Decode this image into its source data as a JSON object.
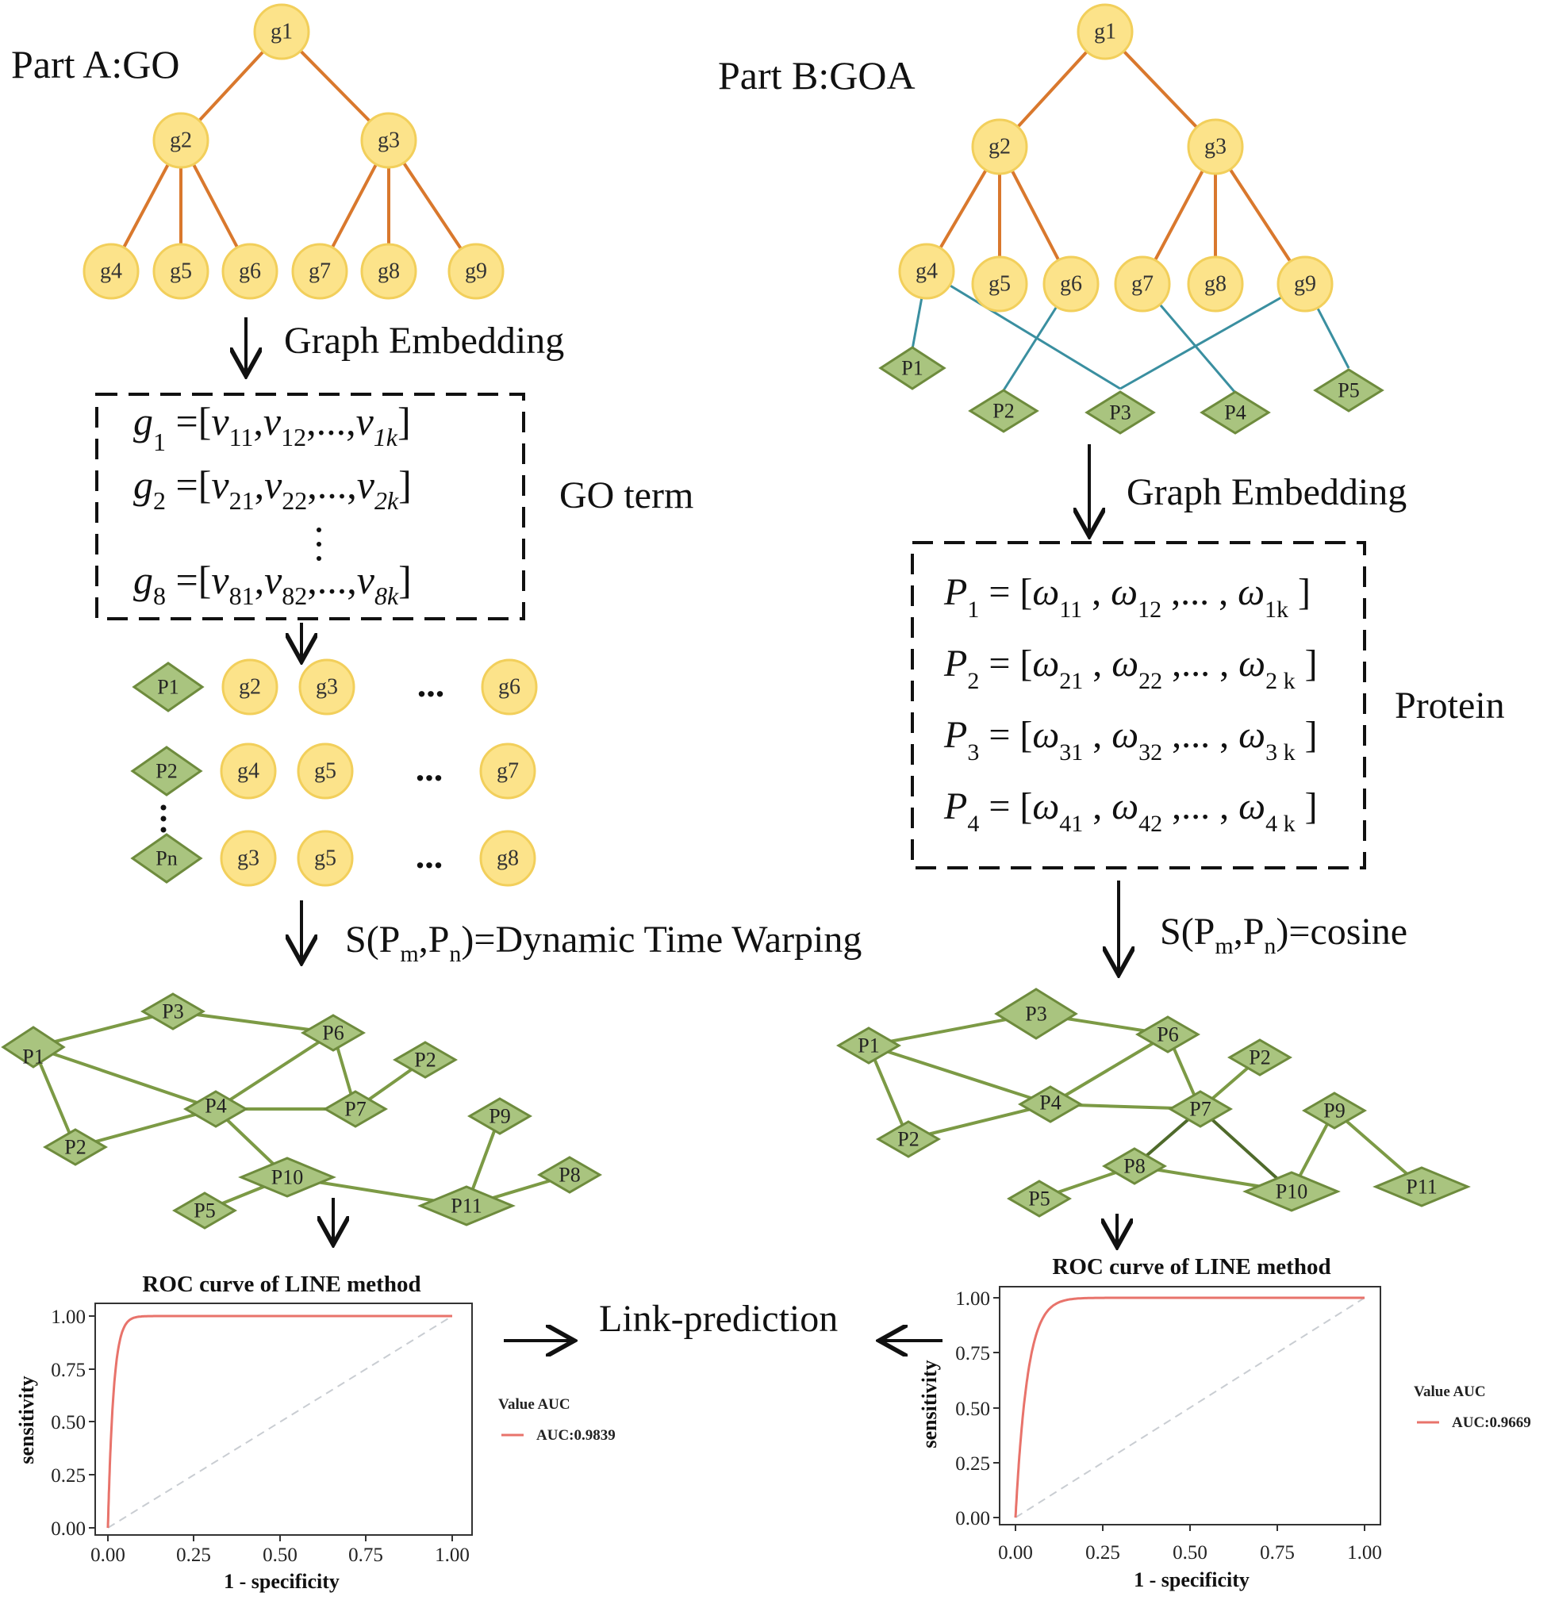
{
  "part_a": {
    "title": "Part A:GO",
    "go_nodes": [
      "g1",
      "g2",
      "g3",
      "g4",
      "g5",
      "g6",
      "g7",
      "g8",
      "g9"
    ],
    "step1_label": "Graph Embedding",
    "vectors": [
      {
        "name": "g",
        "sub": "1",
        "v": "v",
        "i1": "11",
        "i2": "12",
        "ik": "1k"
      },
      {
        "name": "g",
        "sub": "2",
        "v": "v",
        "i1": "21",
        "i2": "22",
        "ik": "2k"
      },
      {
        "name": "g",
        "sub": "8",
        "v": "v",
        "i1": "81",
        "i2": "82",
        "ik": "8k"
      }
    ],
    "vector_box_label": "GO term",
    "annotation_rows": [
      {
        "protein": "P1",
        "terms": [
          "g2",
          "g3"
        ],
        "last": "g6"
      },
      {
        "protein": "P2",
        "terms": [
          "g4",
          "g5"
        ],
        "last": "g7"
      },
      {
        "protein": "Pn",
        "terms": [
          "g3",
          "g5"
        ],
        "last": "g8"
      }
    ],
    "ellipsis": "...",
    "similarity": {
      "prefix": "S(P",
      "m": "m",
      ",": ",P",
      "n": "n",
      "suffix": ")=Dynamic Time Warping"
    },
    "network_nodes": [
      "P1",
      "P3",
      "P6",
      "P2",
      "P4",
      "P7",
      "P2",
      "P9",
      "P10",
      "P8",
      "P5",
      "P11"
    ],
    "roc": {
      "title": "ROC curve of LINE method",
      "xlabel": "1 - specificity",
      "ylabel": "sensitivity",
      "ticks": [
        "0.00",
        "0.25",
        "0.50",
        "0.75",
        "1.00"
      ],
      "legend_title": "Value AUC",
      "legend_entry": "AUC:0.9839",
      "auc": 0.9839
    }
  },
  "part_b": {
    "title": "Part B:GOA",
    "go_nodes": [
      "g1",
      "g2",
      "g3",
      "g4",
      "g5",
      "g6",
      "g7",
      "g8",
      "g9"
    ],
    "proteins": [
      "P1",
      "P2",
      "P3",
      "P4",
      "P5"
    ],
    "step1_label": "Graph Embedding",
    "vectors": [
      {
        "name": "P",
        "sub": "1",
        "i1": "11",
        "i2": "12",
        "ik": "1k"
      },
      {
        "name": "P",
        "sub": "2",
        "i1": "21",
        "i2": "22",
        "ik": "2 k"
      },
      {
        "name": "P",
        "sub": "3",
        "i1": "31",
        "i2": "32",
        "ik": "3 k"
      },
      {
        "name": "P",
        "sub": "4",
        "i1": "41",
        "i2": "42",
        "ik": "4 k"
      }
    ],
    "vector_box_label": "Protein",
    "similarity": {
      "prefix": "S(P",
      "m": "m",
      ",": ",P",
      "n": "n",
      "suffix": ")=cosine"
    },
    "network_nodes": [
      "P1",
      "P3",
      "P6",
      "P2",
      "P4",
      "P7",
      "P9",
      "P2",
      "P8",
      "P10",
      "P5",
      "P11"
    ],
    "roc": {
      "title": "ROC curve of LINE method",
      "xlabel": "1 - specificity",
      "ylabel": "sensitivity",
      "ticks": [
        "0.00",
        "0.25",
        "0.50",
        "0.75",
        "1.00"
      ],
      "legend_title": "Value AUC",
      "legend_entry": "AUC:0.9669",
      "auc": 0.9669
    }
  },
  "center_label": "Link-prediction",
  "colors": {
    "go_edge": "#D9782D",
    "annotation_edge": "#3A8FA0",
    "network_edge": "#7C9A45",
    "network_edge_dark": "#4F6A2B",
    "go_node_fill": "#FCE38A",
    "protein_fill": "#A9C47F",
    "roc_curve": "#E8736B",
    "roc_diag": "#C9CDD2"
  }
}
